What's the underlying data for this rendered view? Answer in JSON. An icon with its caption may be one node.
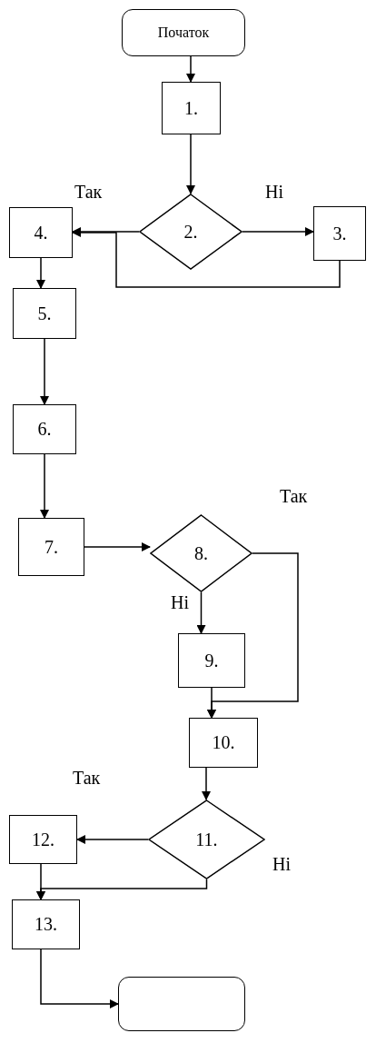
{
  "diagram": {
    "nodes": [
      {
        "text": [
          "Початок"
        ]
      },
      {
        "text": [
          "1."
        ]
      },
      {
        "text": [
          "2."
        ]
      },
      {
        "text": [
          "3."
        ]
      },
      {
        "text": [
          "4."
        ]
      },
      {
        "text": [
          "5."
        ]
      },
      {
        "text": [
          "6."
        ]
      },
      {
        "text": [
          "7."
        ]
      },
      {
        "text": [
          "8."
        ]
      },
      {
        "text": [
          "9."
        ]
      },
      {
        "text": [
          "10."
        ]
      },
      {
        "text": [
          "11."
        ]
      },
      {
        "text": [
          "12."
        ]
      },
      {
        "text": [
          "13."
        ]
      },
      {
        "text": [],
        "shape": "box"
      }
    ],
    "edges": [
      {
        "from": 0,
        "to": 1,
        "arrow": "to"
      },
      {
        "from": 1,
        "to": 2,
        "arrow": "to"
      },
      {
        "from": 2,
        "to": 4,
        "arrow": "to",
        "label": "Так"
      },
      {
        "from": 2,
        "to": 3,
        "arrow": "to",
        "label": "Ні"
      },
      {
        "from": 3,
        "to": 4,
        "arrow": "to"
      },
      {
        "from": 4,
        "to": 5,
        "arrow": "to"
      },
      {
        "from": 5,
        "to": 6,
        "arrow": "to"
      },
      {
        "from": 6,
        "to": 7,
        "arrow": "to"
      },
      {
        "from": 7,
        "to": 8,
        "arrow": "to"
      },
      {
        "from": 8,
        "to": 9,
        "arrow": "to",
        "label": "Ні"
      },
      {
        "from": 8,
        "to": 10,
        "arrow": "to",
        "label": "Так"
      },
      {
        "from": 9,
        "to": 10,
        "arrow": "to"
      },
      {
        "from": 10,
        "to": 11,
        "arrow": "to"
      },
      {
        "from": 11,
        "to": 12,
        "arrow": "to",
        "label": "Так"
      },
      {
        "from": 11,
        "to": 13,
        "arrow": "to",
        "label": "Ні"
      },
      {
        "from": 12,
        "to": 13,
        "arrow": "to"
      },
      {
        "from": 13,
        "to": 14,
        "arrow": "to"
      }
    ]
  }
}
